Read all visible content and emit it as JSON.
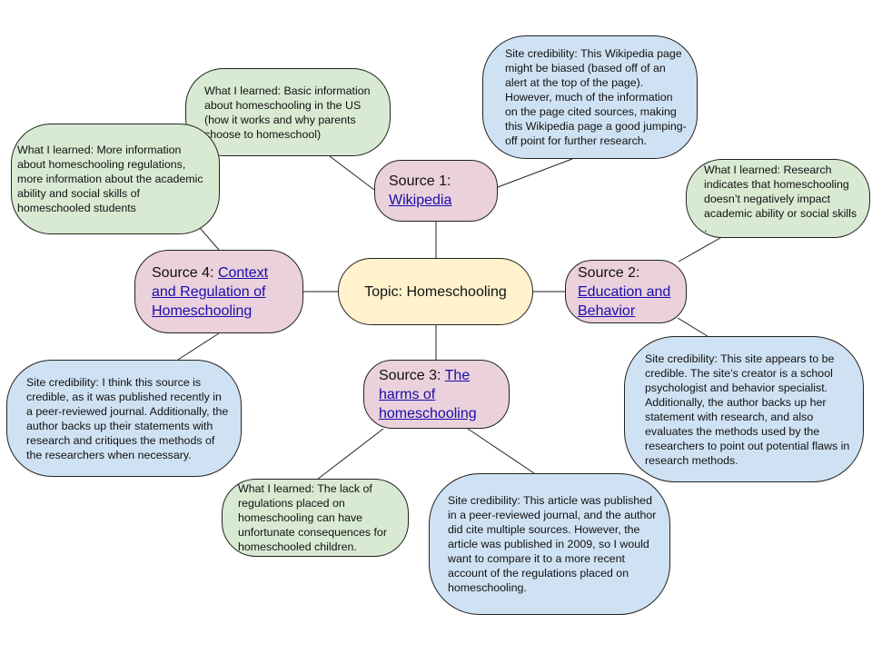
{
  "topic": {
    "label": "Topic: Homeschooling"
  },
  "sources": [
    {
      "prefix": "Source 1:",
      "link": "Wikipedia"
    },
    {
      "prefix": "Source 2:",
      "link": "Education and Behavior"
    },
    {
      "prefix": "Source 3:",
      "link": "The harms of homeschooling"
    },
    {
      "prefix": "Source 4:",
      "link": "Context and Regulation of Homeschooling"
    }
  ],
  "notes": {
    "s1_learned": "What I learned: Basic information about homeschooling in the US (how it works and why parents choose to homeschool)",
    "s1_credibility": "Site credibility: This Wikipedia page might be biased (based off of an alert at the top of the page). However, much of the information on the page cited sources, making this Wikipedia page a good jumping-off point for further research.",
    "s2_learned": "What I learned: Research indicates that homeschooling doesn’t negatively impact academic ability or social skills .",
    "s2_credibility": "Site credibility: This site appears to be credible. The site’s creator is a school psychologist and behavior specialist. Additionally, the author backs up her statement with research, and also evaluates the methods used by the researchers to point out potential flaws in research methods.",
    "s3_learned": "What I learned: The lack of regulations placed on homeschooling can have unfortunate consequences for homeschooled children.",
    "s3_credibility": "Site credibility: This article was published in a peer-reviewed journal, and the author did cite multiple sources. However, the article was published in 2009, so I would want to compare it to a more recent account of the regulations placed on homeschooling.",
    "s4_learned": "What I learned: More information about homeschooling regulations, more information about the academic ability and social skills of homeschooled students",
    "s4_credibility": "Site credibility: I think this source is credible, as it was published recently in a peer-reviewed journal. Additionally, the author backs up their statements with research and critiques the methods of the researchers when necessary."
  },
  "colors": {
    "topic": "#fff2cc",
    "source": "#ead1dc",
    "learned": "#d9ead3",
    "credibility": "#cfe2f3",
    "link": "#1a0dab"
  }
}
